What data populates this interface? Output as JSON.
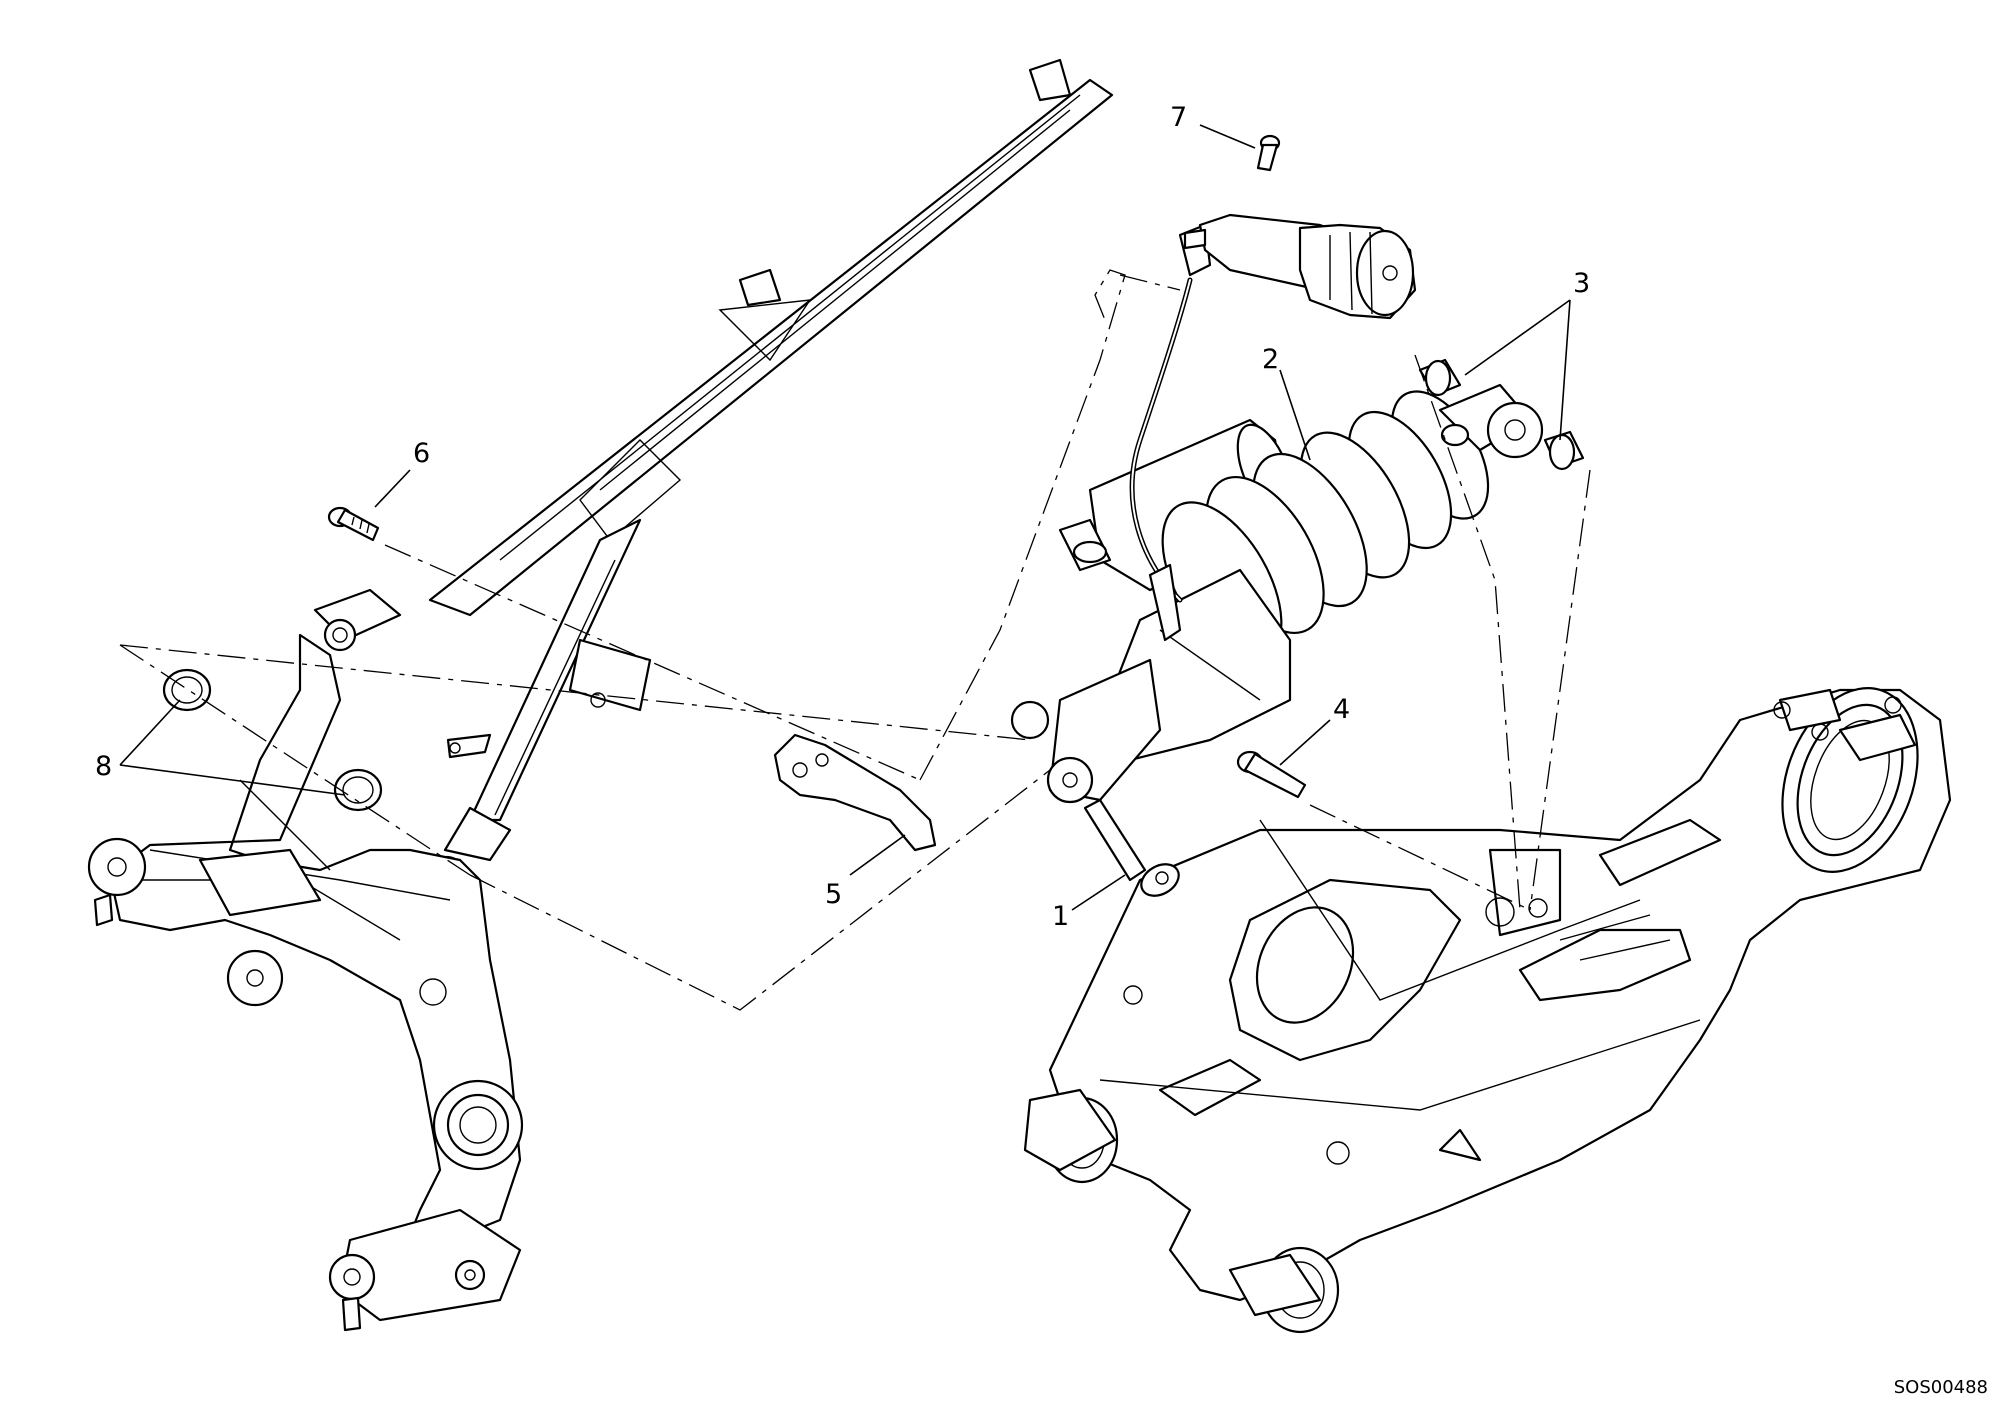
{
  "callouts": [
    {
      "id": "1",
      "text": "1"
    },
    {
      "id": "2",
      "text": "2"
    },
    {
      "id": "3",
      "text": "3"
    },
    {
      "id": "4",
      "text": "4"
    },
    {
      "id": "5",
      "text": "5"
    },
    {
      "id": "6",
      "text": "6"
    },
    {
      "id": "7",
      "text": "7"
    },
    {
      "id": "8",
      "text": "8"
    }
  ],
  "drawing_code": "SOS00488",
  "colors": {
    "line": "#000000",
    "background": "#ffffff"
  }
}
